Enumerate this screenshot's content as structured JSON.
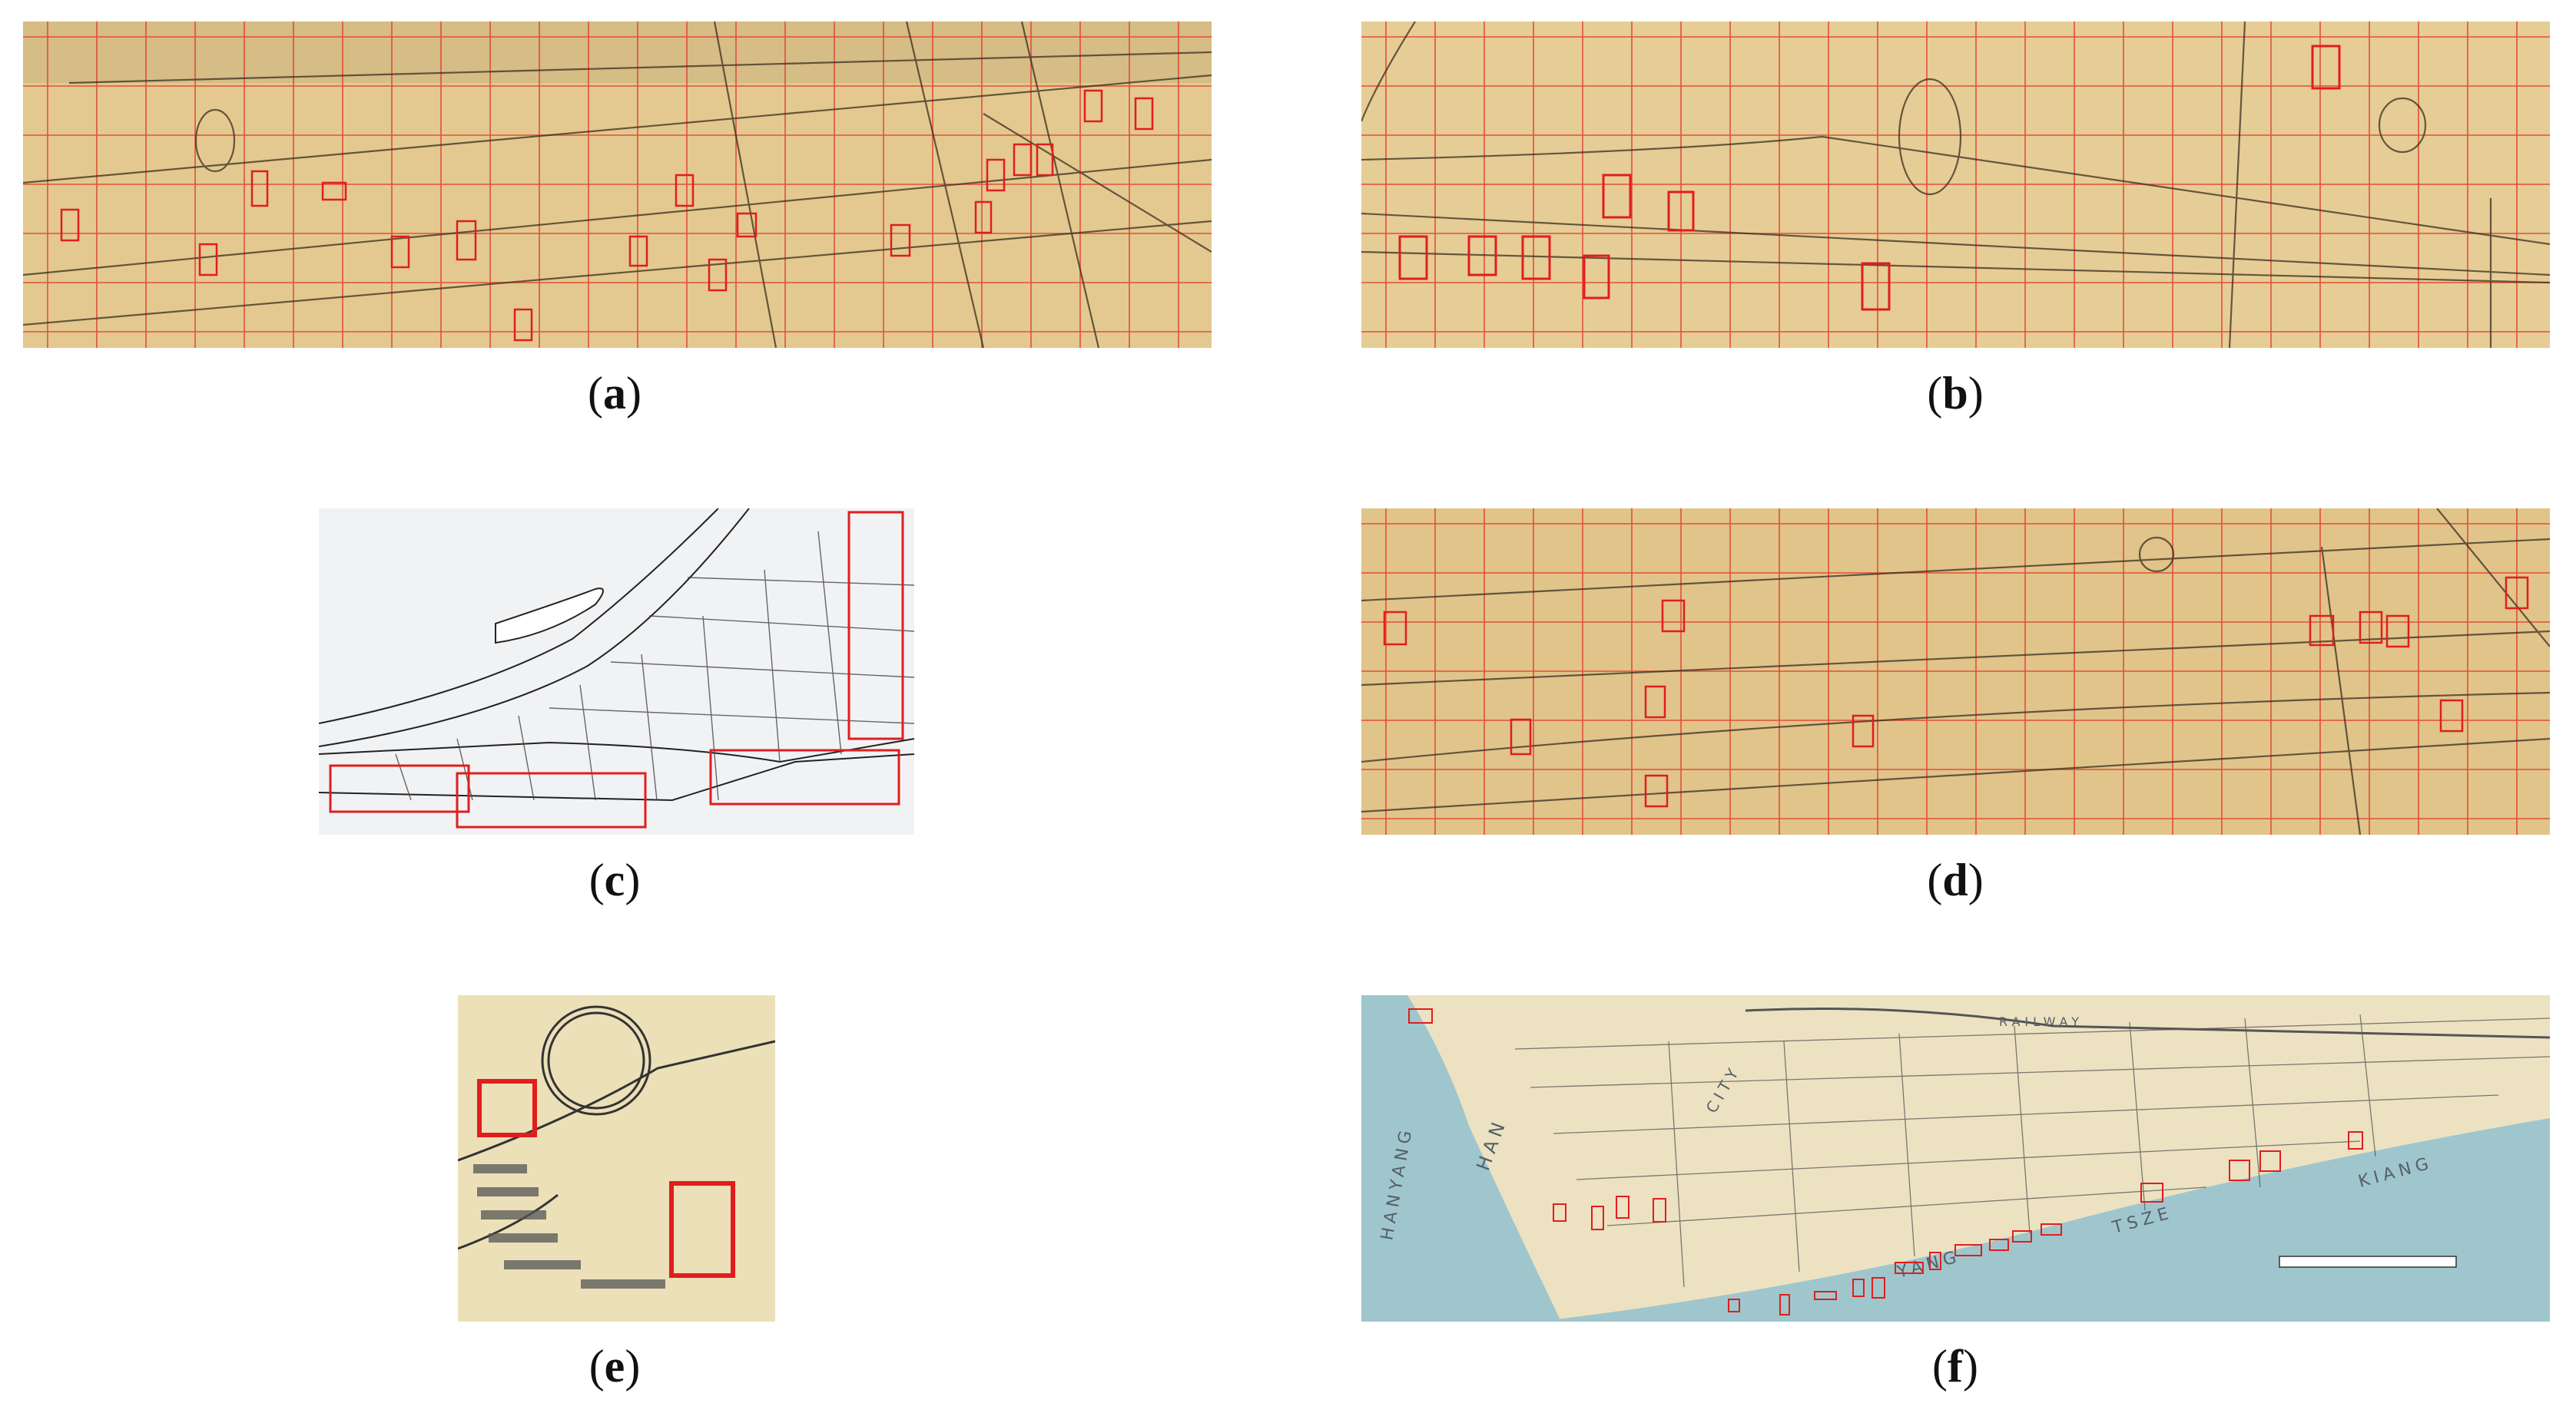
{
  "panels": [
    {
      "id": "a",
      "caption": "a",
      "style": "sepia-grid"
    },
    {
      "id": "b",
      "caption": "b",
      "style": "sepia-grid"
    },
    {
      "id": "c",
      "caption": "c",
      "style": "monochrome-sketch"
    },
    {
      "id": "d",
      "caption": "d",
      "style": "sepia-grid"
    },
    {
      "id": "e",
      "caption": "e",
      "style": "sepia-closeup"
    },
    {
      "id": "f",
      "caption": "f",
      "style": "colored-survey"
    }
  ],
  "panel_f_labels": {
    "railway": "RAILWAY",
    "hanyang": "HANYANG",
    "han": "HAN",
    "yang": "YANG",
    "tsze": "TSZE",
    "kiang": "KIANG",
    "city": "CITY"
  },
  "colors": {
    "paper": "#e3c98f",
    "paper_dark": "#caa765",
    "grid_red": "#e23a2a",
    "ink": "#3a2e20",
    "highlight": "#e11d1d",
    "sketch_bg": "#f1f2f4",
    "river_blue": "#9fc6cc",
    "survey_paper": "#ece2c2"
  }
}
